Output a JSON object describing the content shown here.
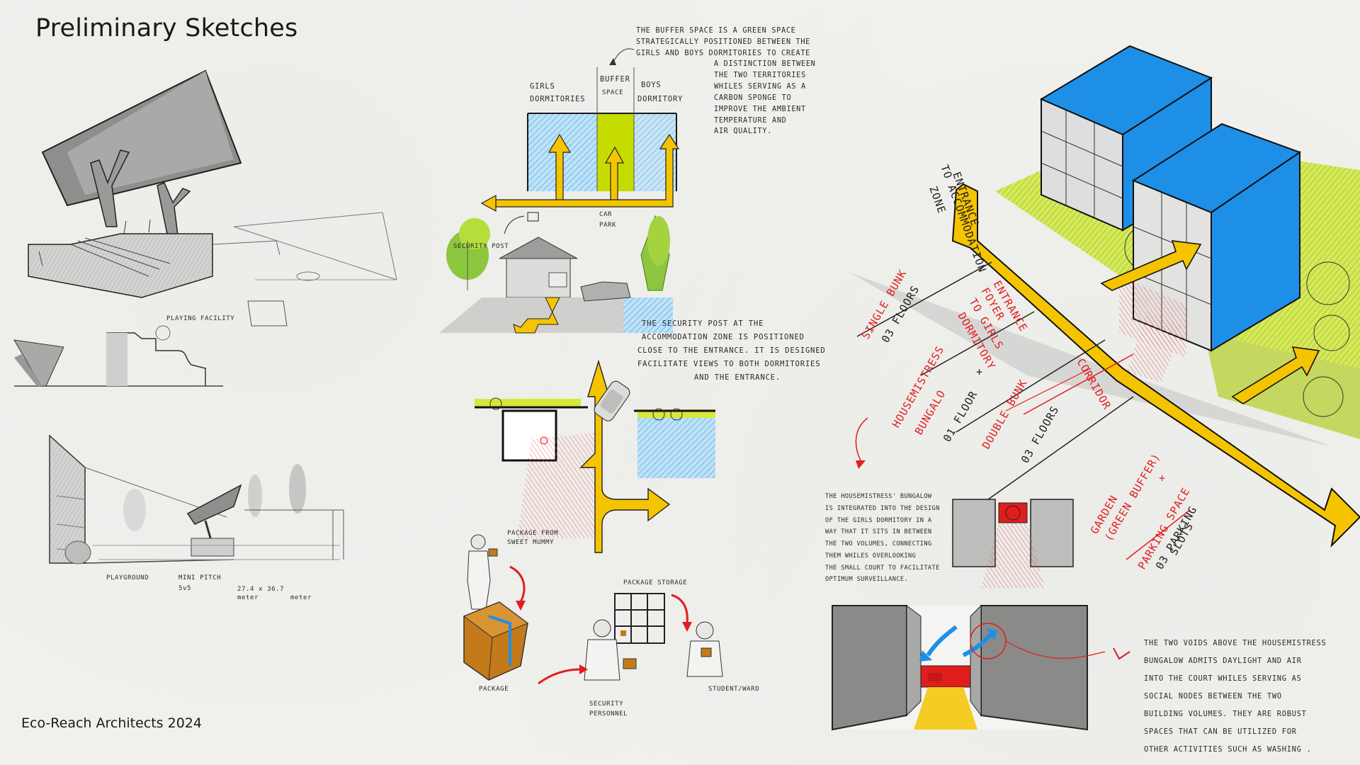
{
  "page": {
    "title": "Preliminary Sketches",
    "footer": "Eco-Reach Architects 2024"
  },
  "sketch_playground": {
    "label_playground": "PLAYGROUND",
    "label_mini_pitch": "MINI PITCH",
    "label_5v5": "5v5",
    "label_dims": "27.4 x 36.7",
    "label_dim_units_a": "meter",
    "label_dim_units_b": "meter",
    "callout": "PLAYING FACILITY"
  },
  "buffer_diagram": {
    "label_girls": "GIRLS",
    "label_girls_sub": "DORMITORIES",
    "label_buffer": "BUFFER",
    "label_buffer_sub": "SPACE",
    "label_boys": "BOYS",
    "label_boys_sub": "DORMITORY",
    "label_car": "CAR",
    "label_park": "PARK",
    "label_security": "SECURITY POST",
    "note_lines": [
      "THE BUFFER SPACE IS A GREEN SPACE",
      "STRATEGICALLY POSITIONED BETWEEN THE",
      "GIRLS AND BOYS DORMITORIES TO CREATE",
      "A DISTINCTION BETWEEN",
      "THE TWO TERRITORIES",
      "WHILES SERVING AS A",
      "CARBON SPONGE TO",
      "IMPROVE THE AMBIENT",
      "TEMPERATURE AND",
      "AIR QUALITY."
    ]
  },
  "security_note": {
    "lines": [
      "THE SECURITY POST AT THE",
      "ACCOMMODATION ZONE IS POSITIONED",
      "CLOSE TO THE ENTRANCE. IT IS DESIGNED",
      "FACILITATE VIEWS TO BOTH DORMITORIES",
      "AND THE ENTRANCE."
    ]
  },
  "package_flow": {
    "label_from": "PACKAGE FROM",
    "label_from2": "SWEET MUMMY",
    "label_storage": "PACKAGE STORAGE",
    "label_package": "PACKAGE",
    "label_security": "SECURITY",
    "label_security2": "PERSONNEL",
    "label_student": "STUDENT/WARD"
  },
  "iso_diagram": {
    "entrance_label": "ENTRANCE",
    "entrance_label2": "TO ACCOMMODATION",
    "entrance_label3": "ZONE",
    "single_bunk": "SINGLE BUNK",
    "single_bunk_floors": "03 FLOORS",
    "entrance_foyer": "ENTRANCE",
    "entrance_foyer2": "FOYER",
    "entrance_foyer3": "TO GIRLS",
    "entrance_foyer4": "DORMITORY",
    "housemistress": "HOUSEMISTRESS",
    "housemistress2": "BUNGALO",
    "housemistress_floors": "01 FLOOR",
    "double_bunk": "DOUBLE BUNK",
    "double_bunk_floors": "03 FLOORS",
    "corridor": "CORRIDOR",
    "garden": "GARDEN",
    "garden2": "(GREEN BUFFER)",
    "plus": "+",
    "parking": "PARKING SPACE",
    "parking2": "03 PARKING",
    "parking3": "SLOTS"
  },
  "bungalow_note": {
    "lines": [
      "THE HOUSEMISTRESS' BUNGALOW",
      "IS INTEGRATED INTO THE DESIGN",
      "OF THE GIRLS DORMITORY IN A",
      "WAY THAT IT SITS IN BETWEEN",
      "THE TWO VOLUMES, CONNECTING",
      "THEM WHILES OVERLOOKING",
      "THE SMALL COURT TO FACILITATE",
      "OPTIMUM SURVEILLANCE."
    ]
  },
  "voids_note": {
    "lines": [
      "THE TWO VOIDS ABOVE THE HOUSEMISTRESS",
      "BUNGALOW ADMITS DAYLIGHT AND AIR",
      "INTO THE COURT WHILES SERVING AS",
      "SOCIAL NODES BETWEEN THE TWO",
      "BUILDING VOLUMES. THEY ARE ROBUST",
      "SPACES THAT CAN BE UTILIZED FOR",
      "OTHER ACTIVITIES SUCH AS WASHING ."
    ]
  },
  "colors": {
    "yellow": "#f5c400",
    "blue": "#1e8fe6",
    "green": "#c8e000",
    "red": "#e01e1e"
  }
}
